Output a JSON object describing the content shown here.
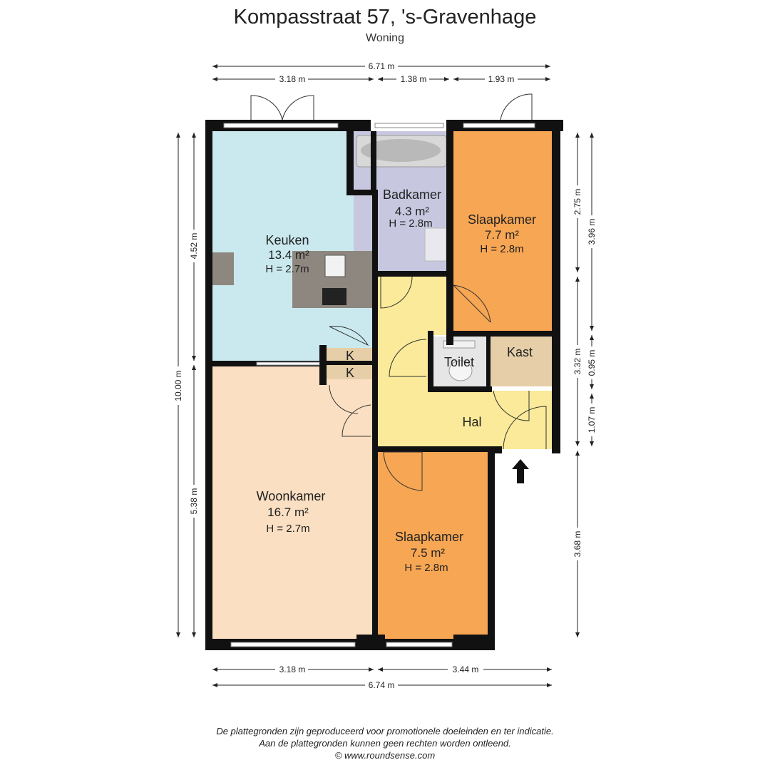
{
  "header": {
    "title": "Kompasstraat 57, 's-Gravenhage",
    "subtitle": "Woning"
  },
  "rooms": {
    "keuken": {
      "name": "Keuken",
      "area": "13.4 m²",
      "height": "H = 2.7m",
      "color": "#c9e9ee"
    },
    "badkamer": {
      "name": "Badkamer",
      "area": "4.3 m²",
      "height": "H = 2.8m",
      "color": "#c7c8e0"
    },
    "slaapkamer1": {
      "name": "Slaapkamer",
      "area": "7.7 m²",
      "height": "H = 2.8m",
      "color": "#f7a653"
    },
    "woonkamer": {
      "name": "Woonkamer",
      "area": "16.7 m²",
      "height": "H = 2.7m",
      "color": "#fbdfc2"
    },
    "slaapkamer2": {
      "name": "Slaapkamer",
      "area": "7.5 m²",
      "height": "H = 2.8m",
      "color": "#f7a653"
    },
    "hal": {
      "name": "Hal",
      "color": "#faea99"
    },
    "toilet": {
      "name": "Toilet",
      "color": "#e6e6e6"
    },
    "kast": {
      "name": "Kast",
      "color": "#e6cfa8"
    },
    "k1": {
      "name": "K"
    },
    "k2": {
      "name": "K"
    }
  },
  "dimensions": {
    "top_total": "6.71 m",
    "top_1": "3.18 m",
    "top_2": "1.38 m",
    "top_3": "1.93 m",
    "bottom_1": "3.18 m",
    "bottom_2": "3.44 m",
    "bottom_total": "6.74 m",
    "left_total": "10.00 m",
    "left_1": "4.52 m",
    "left_2": "5.38 m",
    "right_1": "2.75 m",
    "right_2": "3.96 m",
    "right_3": "3.32 m",
    "right_4": "0.95 m",
    "right_5": "1.07 m",
    "right_6": "3.68 m"
  },
  "footer": {
    "line1": "De plattegronden zijn geproduceerd voor promotionele doeleinden en ter indicatie.",
    "line2": "Aan de plattegronden kunnen geen rechten worden ontleend.",
    "line3": "© www.roundsense.com"
  },
  "colors": {
    "wall": "#111111",
    "window": "#ffffff",
    "counter": "#8d877f"
  }
}
